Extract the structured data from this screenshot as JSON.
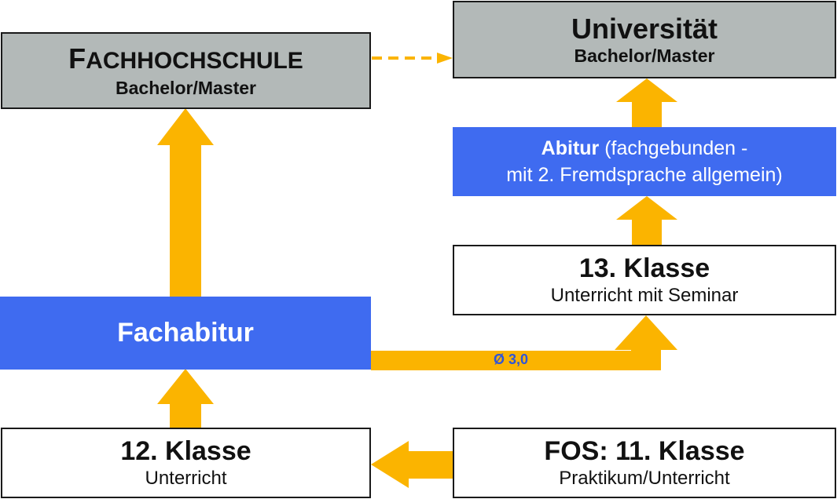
{
  "colors": {
    "arrow": "#fbb400",
    "blue_box": "#3f6bf0",
    "grey_box": "#b3b9b8",
    "border": "#1a1a1a",
    "grade_text": "#2f55d8"
  },
  "fachhochschule": {
    "title_first": "F",
    "title_rest": "ACHHOCHSCHULE",
    "subtitle": "Bachelor/Master"
  },
  "universitaet": {
    "title": "Universität",
    "subtitle": "Bachelor/Master"
  },
  "abitur": {
    "bold": "Abitur",
    "line1_rest": " (fachgebunden -",
    "line2": "mit 2. Fremdsprache allgemein)"
  },
  "klasse13": {
    "title": "13. Klasse",
    "subtitle": "Unterricht mit Seminar"
  },
  "fachabitur": {
    "label": "Fachabitur"
  },
  "grade_label": "Ø 3,0",
  "klasse12": {
    "title": "12. Klasse",
    "subtitle": "Unterricht"
  },
  "fos11": {
    "title": "FOS: 11. Klasse",
    "subtitle": "Praktikum/Unterricht"
  }
}
